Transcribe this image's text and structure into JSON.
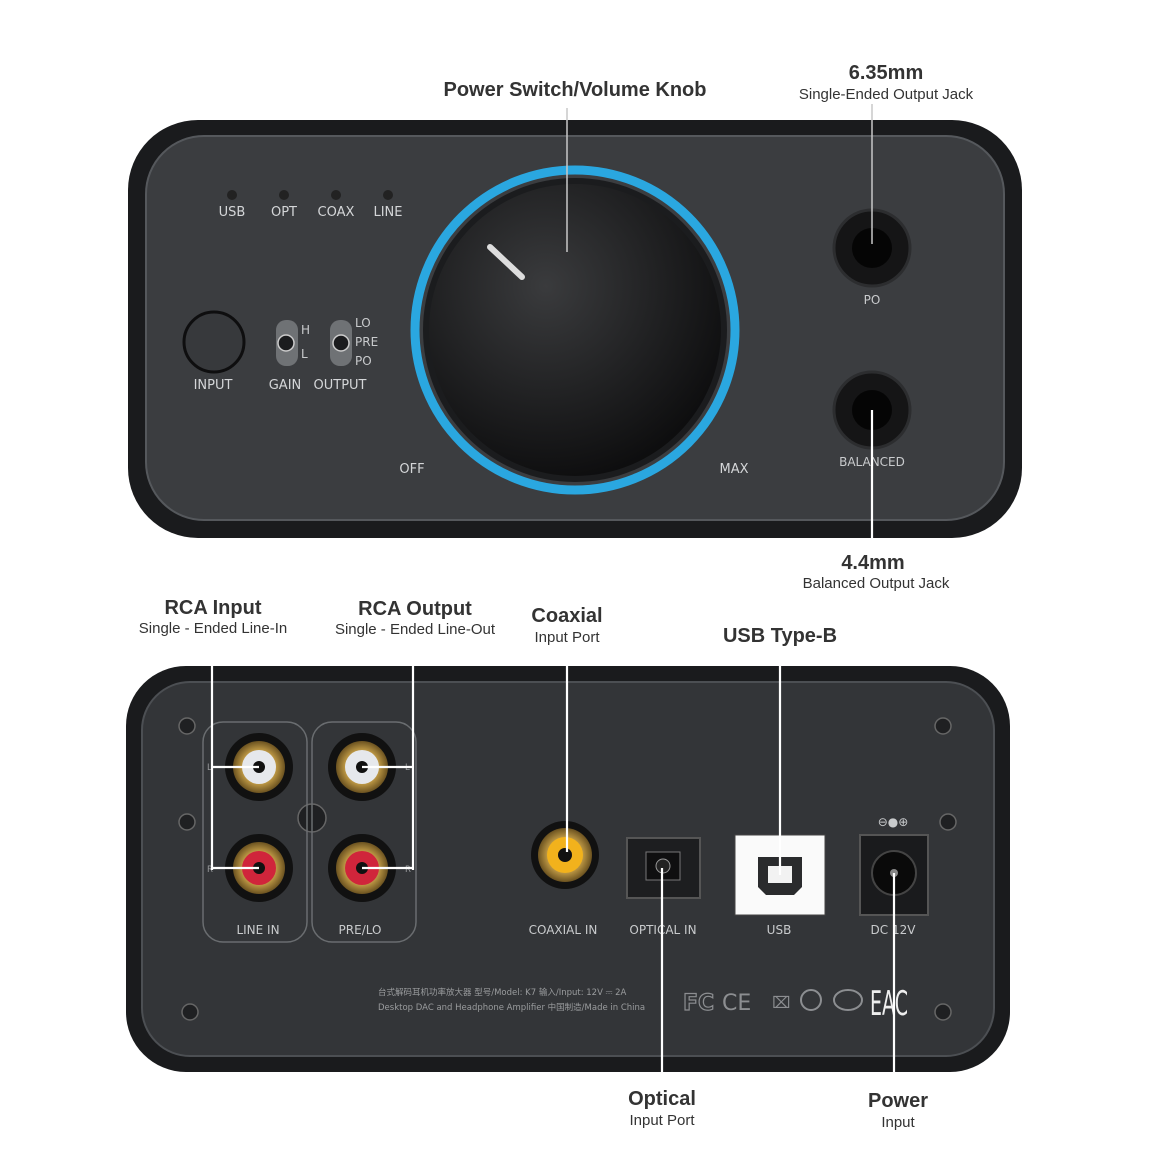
{
  "front_panel": {
    "callouts": {
      "knob": {
        "title": "Power Switch/Volume Knob"
      },
      "se_jack": {
        "title": "6.35mm",
        "subtitle": "Single-Ended Output Jack"
      },
      "bal_jack": {
        "title": "4.4mm",
        "subtitle": "Balanced Output Jack"
      }
    },
    "indicators": [
      "USB",
      "OPT",
      "COAX",
      "LINE"
    ],
    "input_button_label": "INPUT",
    "gain_switch": {
      "label": "GAIN",
      "positions": [
        "H",
        "L"
      ]
    },
    "output_switch": {
      "label": "OUTPUT",
      "positions": [
        "LO",
        "PRE",
        "PO"
      ]
    },
    "knob_min_label": "OFF",
    "knob_max_label": "MAX",
    "po_label": "PO",
    "balanced_label": "BALANCED",
    "knob_ring_color": "#2aa7e0"
  },
  "rear_panel": {
    "callouts": {
      "rca_in": {
        "title": "RCA Input",
        "subtitle": "Single - Ended Line-In"
      },
      "rca_out": {
        "title": "RCA Output",
        "subtitle": "Single - Ended Line-Out"
      },
      "coax": {
        "title": "Coaxial",
        "subtitle": "Input Port"
      },
      "usb": {
        "title": "USB Type-B"
      },
      "optical": {
        "title": "Optical",
        "subtitle": "Input Port"
      },
      "power": {
        "title": "Power",
        "subtitle": "Input"
      }
    },
    "port_labels": {
      "line_in": "LINE IN",
      "pre_lo": "PRE/LO",
      "coaxial_in": "COAXIAL IN",
      "optical_in": "OPTICAL IN",
      "usb": "USB",
      "dc": "DC 12V"
    },
    "channel_marks": {
      "left": "L",
      "right": "R"
    },
    "info_line1": "台式解码耳机功率放大器   型号/Model: K7   输入/Input: 12V ⎓ 2A",
    "info_line2": "Desktop DAC and Headphone Amplifier   中国制造/Made in China",
    "certifications": [
      "FC",
      "CE",
      "EAC"
    ],
    "polarity_symbol": "⊖●⊕"
  }
}
